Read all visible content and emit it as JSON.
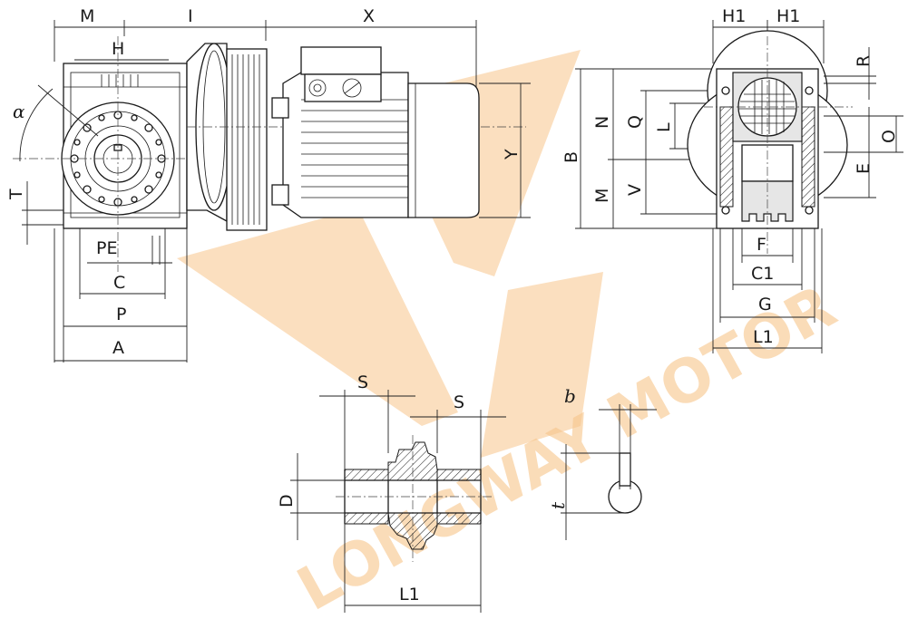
{
  "labels": {
    "M": "M",
    "I": "I",
    "X": "X",
    "H": "H",
    "alpha": "α",
    "T": "T",
    "PE": "PE",
    "C": "C",
    "P": "P",
    "A": "A",
    "Y": "Y",
    "B": "B",
    "N": "N",
    "M2": "M",
    "V": "V",
    "Q": "Q",
    "L": "L",
    "H1a": "H1",
    "H1b": "H1",
    "R": "R",
    "O": "O",
    "E": "E",
    "F": "F",
    "C1": "C1",
    "G": "G",
    "L1": "L1",
    "S1": "S",
    "S2": "S",
    "D": "D",
    "L1b": "L1",
    "b": "b",
    "t": "t"
  },
  "watermark": {
    "text": "LONGWAY MOTOR",
    "color": "#f7c58a"
  }
}
